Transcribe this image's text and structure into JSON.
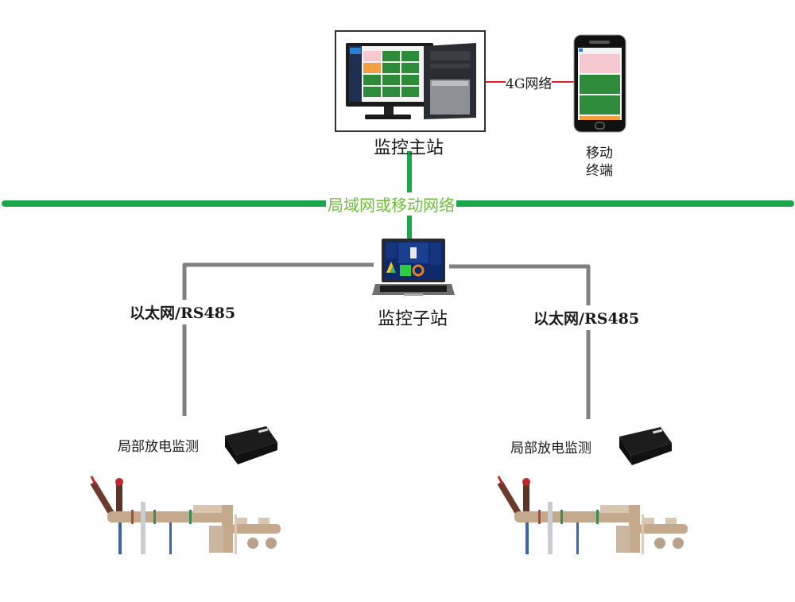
{
  "diagram": {
    "nodes": {
      "master_station": {
        "label": "监控主站"
      },
      "mobile_terminal": {
        "label_line1": "移动",
        "label_line2": "终端"
      },
      "sub_station": {
        "label": "监控子站"
      },
      "pd_monitor_left": {
        "label": "局部放电监测"
      },
      "pd_monitor_right": {
        "label": "局部放电监测"
      }
    },
    "links": {
      "backbone": {
        "label": "局域网或移动网络",
        "color": "#1aa64a",
        "label_color": "#6cbf3a"
      },
      "mobile_link": {
        "label": "4G网络",
        "color": "#e0202a"
      },
      "field_left": {
        "label": "以太网/RS485",
        "color": "#808080"
      },
      "field_right": {
        "label": "以太网/RS485",
        "color": "#808080"
      }
    }
  }
}
